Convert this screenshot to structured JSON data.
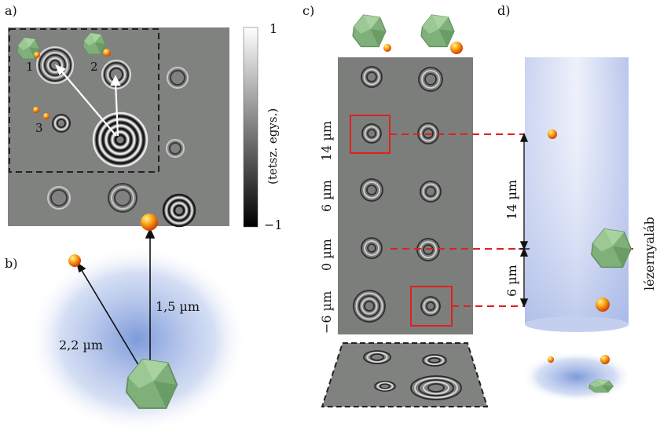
{
  "panels": {
    "a": {
      "label": "a)",
      "particle_labels": [
        "1",
        "2",
        "3"
      ],
      "colorbar": {
        "max": "1",
        "min": "−1",
        "caption": "(tetsz. egys.)"
      }
    },
    "b": {
      "label": "b)",
      "dist_1": "2,2 µm",
      "dist_2": "1,5 µm"
    },
    "c": {
      "label": "c)",
      "depths": [
        "14 µm",
        "6 µm",
        "0 µm",
        "−6 µm"
      ]
    },
    "d": {
      "label": "d)",
      "spacing_top": "14 µm",
      "spacing_bottom": "6 µm",
      "beam": "lézernyaláb"
    }
  },
  "colors": {
    "hologram_bg": "#808280",
    "crystal": "#7fb07a",
    "sphere": "#f08a10",
    "highlight": "#e02020",
    "beam": "#9aaee0"
  }
}
